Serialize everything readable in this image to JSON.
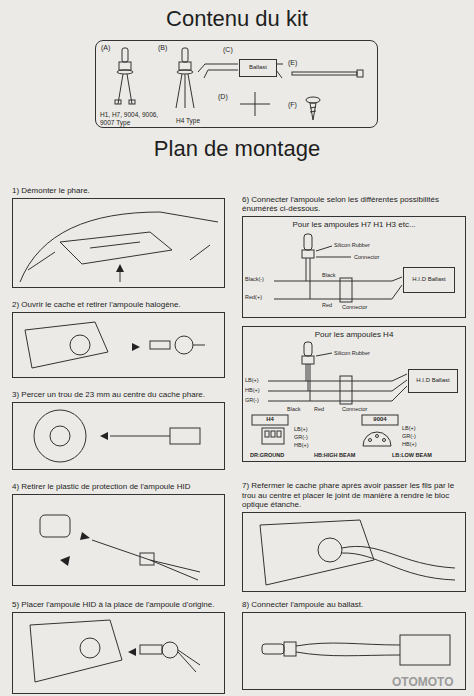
{
  "diagram": {
    "title": "Contenu du kit",
    "nodes": [
      {
        "text": [
          "(A)",
          "(B)",
          "(C)",
          "(D)",
          "(E)",
          "(F)",
          "H1, H7, 9004, 9006, 9007 Type",
          "H4 Type"
        ]
      },
      {
        "text": [
          "Ballast"
        ],
        "in": 0
      },
      {
        "text": [
          "1) Démonter le phare."
        ]
      },
      {
        "text": [
          "2) Ouvrir le cache et retirer l'ampoule halogène."
        ]
      },
      {
        "text": [
          "3) Percer un trou de 23 mm au centre du cache phare."
        ]
      },
      {
        "text": [
          "4) Retirer le plastic de protection de l'ampoule HID"
        ]
      },
      {
        "text": [
          "5) Placer l'ampoule HID à la place de l'ampoule d'origine."
        ]
      },
      {
        "text": [
          "6) Connecter l'ampoule selon les différentes possibilités énumérés ci-dessous.",
          "Pour les ampoules H7 H1 H3 etc..."
        ]
      },
      {
        "text": [
          "H.I.D Ballast"
        ],
        "in": 7
      },
      {
        "text": [
          "Pour les ampoules H4"
        ]
      },
      {
        "text": [
          "H.I.D Ballast"
        ],
        "in": 9
      },
      {
        "text": [
          "7) Refermer le cache phare après avoir passer les fils par le trou au centre et placer le joint de manière à rendre le bloc optique étanche."
        ]
      },
      {
        "text": [
          "8) Connecter l'ampoule au ballast."
        ]
      }
    ],
    "labels": [
      "Plan de montage",
      "Silicon Rubber",
      "Connector",
      "Black(-)",
      "Red(+)",
      "Black",
      "Red",
      "Connector",
      "Silicon Rubber",
      "LB(+)",
      "HB(+)",
      "GR(-)",
      "Black",
      "Red",
      "Connector",
      "H4",
      "9004",
      "LB(+)",
      "GR(-)",
      "HB(+)",
      "LB(+)",
      "GR(-)",
      "HB(+)",
      "DR:GROUND",
      "HB:HIGH BEAM",
      "LB:LOW BEAM",
      "OTOMOTO"
    ]
  }
}
